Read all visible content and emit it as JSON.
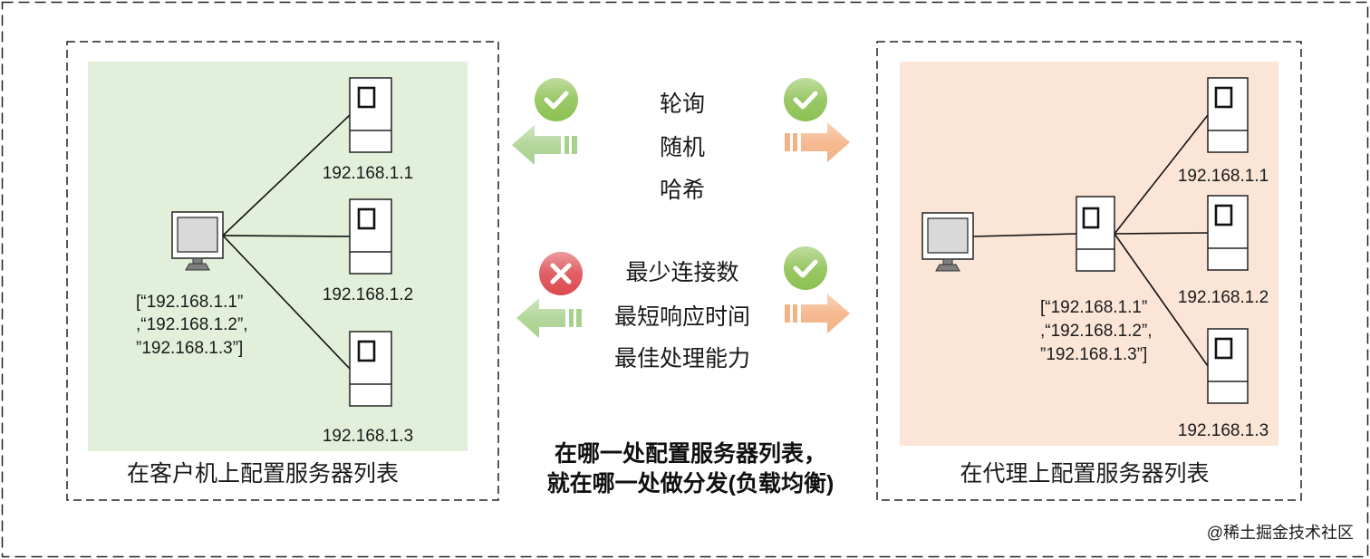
{
  "client_config": {
    "caption": "在客户机上配置服务器列表",
    "server_labels": [
      "192.168.1.1",
      "192.168.1.2",
      "192.168.1.3"
    ],
    "server_list_lines": [
      "[“192.168.1.1”",
      ",“192.168.1.2”,",
      "”192.168.1.3”]"
    ]
  },
  "proxy_config": {
    "caption": "在代理上配置服务器列表",
    "server_labels": [
      "192.168.1.1",
      "192.168.1.2",
      "192.168.1.3"
    ],
    "server_list_lines": [
      "[“192.168.1.1”",
      ",“192.168.1.2”,",
      "”192.168.1.3”]"
    ]
  },
  "strategies": [
    {
      "items": [
        "轮询",
        "随机",
        "哈希"
      ],
      "client_icon": "check-circle-icon",
      "proxy_icon": "check-circle-icon"
    },
    {
      "items": [
        "最少连接数",
        "最短响应时间",
        "最佳处理能力"
      ],
      "client_icon": "cross-circle-icon",
      "proxy_icon": "check-circle-icon"
    }
  ],
  "conclusion_lines": [
    "在哪一处配置服务器列表，",
    "就在哪一处做分发(负载均衡)"
  ],
  "watermark": "@稀土掘金技术社区",
  "colors": {
    "client_panel": "#e2efda",
    "proxy_panel": "#fbe5d6",
    "check": "#8cc152",
    "cross": "#dc4a50",
    "client_arrow": "#a9d18e",
    "proxy_arrow": "#f4b183",
    "screen": "#d9d9d9",
    "watermark": "#a6a6a6"
  }
}
